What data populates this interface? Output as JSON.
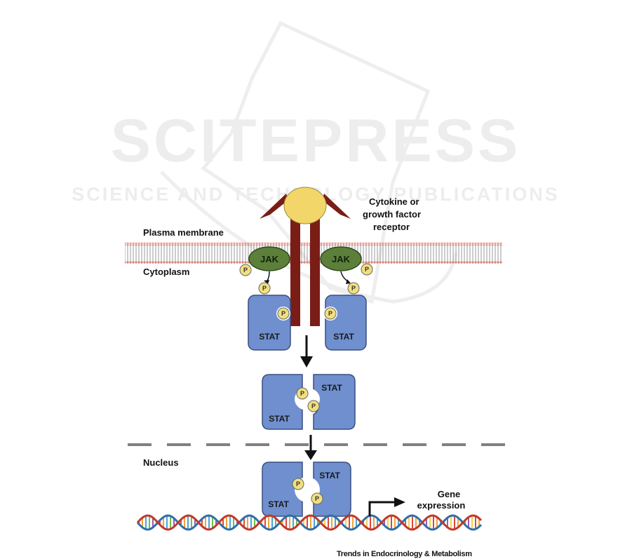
{
  "watermark": {
    "title": "SCITEPRESS",
    "subtitle": "SCIENCE AND TECHNOLOGY PUBLICATIONS"
  },
  "labels": {
    "plasma_membrane": "Plasma membrane",
    "cytoplasm": "Cytoplasm",
    "nucleus": "Nucleus",
    "receptor_line1": "Cytokine or",
    "receptor_line2": "growth factor",
    "receptor_line3": "receptor",
    "gene_line1": "Gene",
    "gene_line2": "expression"
  },
  "jak": {
    "left": "JAK",
    "right": "JAK"
  },
  "stat": {
    "left": "STAT",
    "right": "STAT",
    "dimer_left": "STAT",
    "dimer_right": "STAT",
    "nuclear_left": "STAT",
    "nuclear_right": "STAT"
  },
  "phosphate": "P",
  "credit": "Trends in Endocrinology & Metabolism",
  "colors": {
    "receptor": "#7a1d17",
    "ligand": "#f2d66a",
    "jak": "#5c7f3a",
    "stat": "#6f8fcf",
    "phosphate": "#f1df7e",
    "membrane_head": "#d9847a",
    "membrane_tail": "#8a8a8a",
    "nuclear_envelope": "#808080"
  }
}
